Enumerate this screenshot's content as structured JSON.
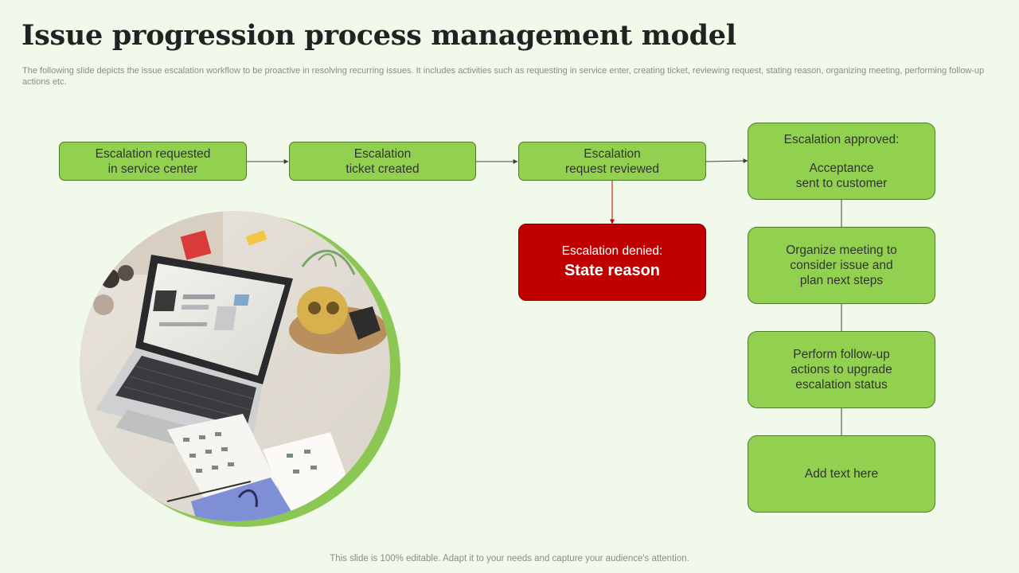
{
  "title": "Issue progression process management model",
  "subtitle": "The following slide depicts the issue escalation workflow to be proactive in resolving recurring issues. It includes activities such as requesting in service enter, creating ticket, reviewing request, stating reason, organizing meeting, performing follow-up actions etc.",
  "footer": "This slide is 100% editable. Adapt it to your needs and capture your audience's attention.",
  "colors": {
    "box_green": "#92d050",
    "box_red": "#c00000",
    "circle_ring": "#8cc653",
    "background": "#f1faea"
  },
  "steps": {
    "requested": [
      "Escalation requested",
      "in service center"
    ],
    "ticket": [
      "Escalation",
      "ticket created"
    ],
    "reviewed": [
      "Escalation",
      "request reviewed"
    ],
    "denied": {
      "label": "Escalation denied:",
      "emphasis": "State reason"
    },
    "approved": {
      "label": "Escalation approved:",
      "detail": [
        "Acceptance",
        "sent to customer"
      ]
    },
    "meeting": [
      "Organize meeting to",
      "consider issue and",
      "plan next steps"
    ],
    "followup": [
      "Perform follow-up",
      "actions to upgrade",
      "escalation status"
    ],
    "placeholder": [
      "Add text here"
    ]
  }
}
